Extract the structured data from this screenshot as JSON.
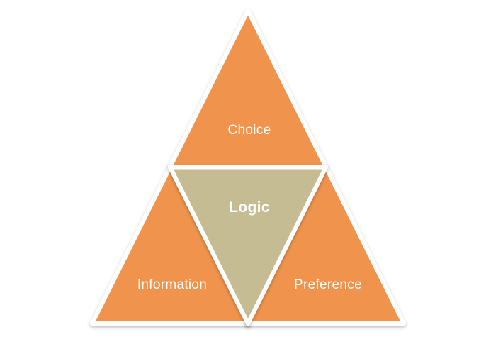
{
  "diagram": {
    "type": "segmented-pyramid",
    "background_color": "#ffffff",
    "divider_color": "#ffffff",
    "shapes": [
      {
        "position": "top",
        "label": "Choice",
        "fill": "#F0944D",
        "text_color": "#FFFFFF",
        "bold": false
      },
      {
        "position": "center-inverted",
        "label": "Logic",
        "fill": "#C5BC94",
        "text_color": "#FFFFFF",
        "bold": true
      },
      {
        "position": "bottom-left",
        "label": "Information",
        "fill": "#F0944D",
        "text_color": "#FFFFFF",
        "bold": false
      },
      {
        "position": "bottom-right",
        "label": "Preference",
        "fill": "#F0944D",
        "text_color": "#FFFFFF",
        "bold": false
      }
    ]
  }
}
